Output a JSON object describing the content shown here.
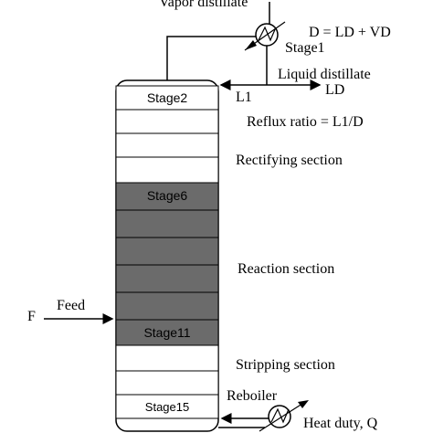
{
  "top": {
    "vapor_distillate": "Vapor distillate",
    "distillate_eq": "D = LD + VD",
    "condenser_stage": "Stage1",
    "liquid_distillate": "Liquid distillate",
    "ld": "LD",
    "l1": "L1",
    "reflux_ratio": "Reflux ratio = L1/D"
  },
  "column": {
    "stage_top": "Stage2",
    "stage_reaction_top": "Stage6",
    "stage_reaction_bottom": "Stage11",
    "stage_bottom": "Stage15",
    "colors": {
      "reaction": "#6b6b6b",
      "plain": "#ffffff",
      "outline": "#000000"
    }
  },
  "sections": {
    "rectifying": "Rectifying section",
    "reaction": "Reaction section",
    "stripping": "Stripping section"
  },
  "feed": {
    "f": "F",
    "label": "Feed"
  },
  "bottom": {
    "reboiler": "Reboiler",
    "heat_duty": "Heat duty, Q"
  }
}
